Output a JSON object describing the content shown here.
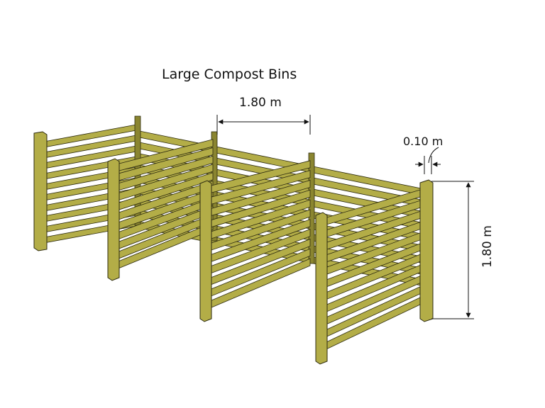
{
  "title": "Large Compost Bins",
  "dimensions": {
    "width_label": "1.80 m",
    "height_label": "1.80 m",
    "post_label": "0.10 m"
  },
  "colors": {
    "wood": "#b3ad47",
    "wood_dark": "#8a8530",
    "wood_edge": "#2d2b10",
    "line": "#111111"
  }
}
